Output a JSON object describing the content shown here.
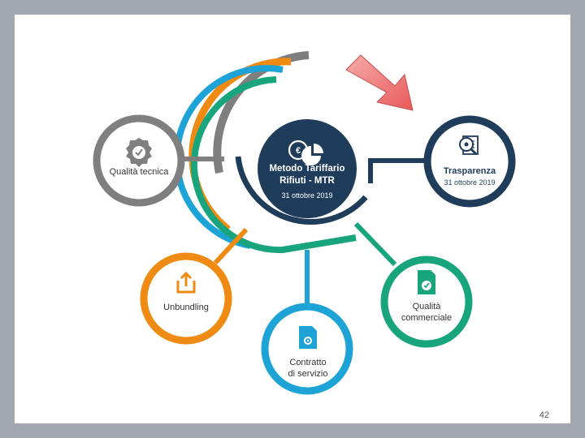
{
  "center": {
    "title_line1": "Metodo Tariffario",
    "title_line2": "Rifiuti - MTR",
    "date": "31 ottobre 2019",
    "color": "#1f3c5a"
  },
  "nodes": {
    "qualita_tecnica": {
      "label": "Qualità tecnica",
      "color": "#7f7f7f"
    },
    "trasparenza": {
      "title": "Trasparenza",
      "date": "31 ottobre 2019",
      "color": "#1f3c5a"
    },
    "unbundling": {
      "label": "Unbundling",
      "color": "#ef8a12"
    },
    "contratto": {
      "line1": "Contratto",
      "line2": "di servizio",
      "color": "#1da3d6"
    },
    "qualita_commerciale": {
      "line1": "Qualità",
      "line2": "commerciale",
      "color": "#18a57d"
    }
  },
  "arrow_color": "#ef6b6b",
  "page_number": "42",
  "icons": [
    "gear-badge-icon",
    "euro-pie-icon",
    "magnifier-document-icon",
    "upload-icon",
    "document-gear-icon",
    "document-check-icon"
  ]
}
